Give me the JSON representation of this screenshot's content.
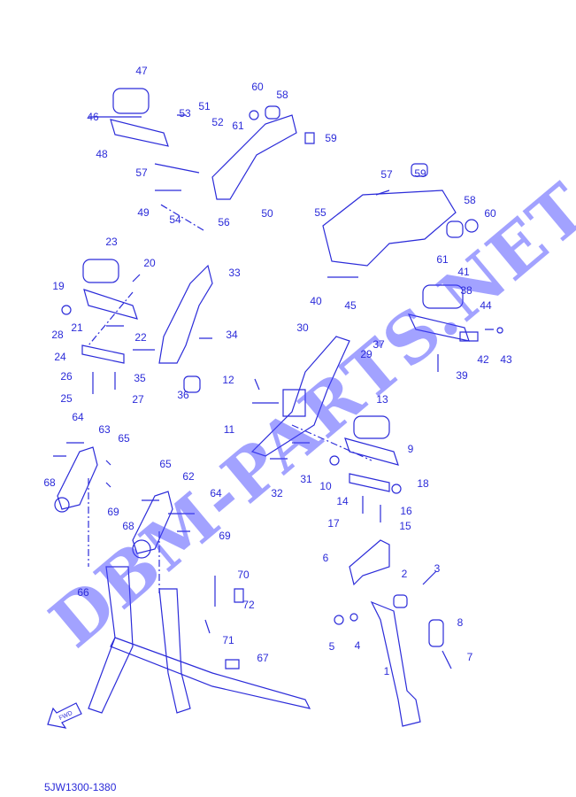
{
  "diagram_code": "5JW1300-1380",
  "fwd_label": "FWD",
  "watermark": "DBM-PARTS.NET",
  "line_color": "#2b2bd9",
  "callouts": [
    "47",
    "46",
    "53",
    "51",
    "52",
    "60",
    "58",
    "61",
    "59",
    "48",
    "57",
    "49",
    "54",
    "56",
    "50",
    "57",
    "59",
    "55",
    "58",
    "60",
    "61",
    "41",
    "40",
    "45",
    "38",
    "44",
    "37",
    "42",
    "43",
    "39",
    "23",
    "20",
    "33",
    "19",
    "28",
    "21",
    "22",
    "34",
    "24",
    "35",
    "26",
    "36",
    "25",
    "27",
    "30",
    "29",
    "12",
    "13",
    "11",
    "9",
    "64",
    "63",
    "65",
    "68",
    "69",
    "10",
    "18",
    "14",
    "32",
    "31",
    "16",
    "17",
    "15",
    "65",
    "62",
    "64",
    "68",
    "69",
    "6",
    "2",
    "3",
    "66",
    "70",
    "72",
    "8",
    "5",
    "4",
    "7",
    "71",
    "67",
    "1"
  ]
}
